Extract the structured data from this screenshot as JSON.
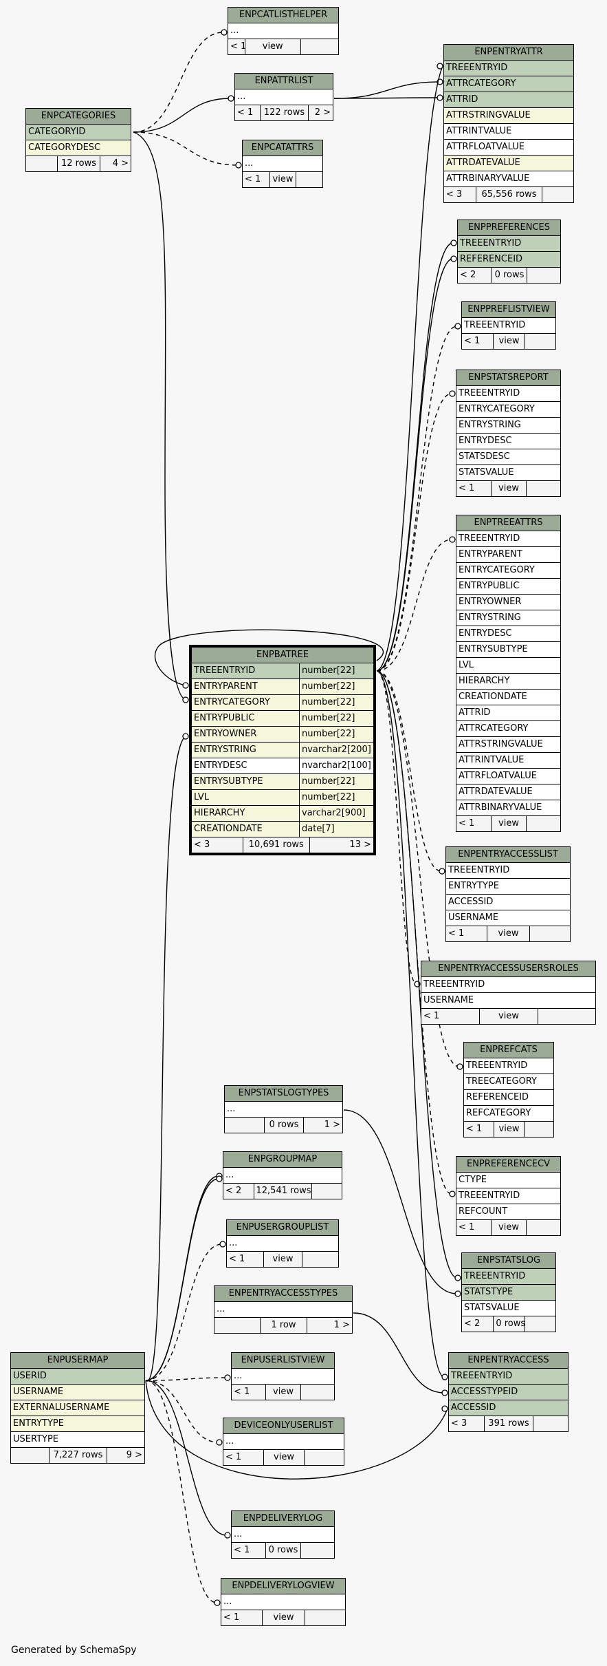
{
  "footer": "Generated by SchemaSpy",
  "tables": {
    "ENPCATLISTHELPER": {
      "title": "ENPCATLISTHELPER",
      "cols": [
        "..."
      ],
      "foot": [
        "< 1",
        "view",
        ""
      ]
    },
    "ENPATTRLIST": {
      "title": "ENPATTRLIST",
      "cols": [
        "..."
      ],
      "foot": [
        "< 1",
        "122 rows",
        "2 >"
      ]
    },
    "ENPCATEGORIES": {
      "title": "ENPCATEGORIES",
      "cols": [
        "CATEGORYID",
        "CATEGORYDESC"
      ],
      "foot": [
        "",
        "12 rows",
        "4 >"
      ]
    },
    "ENPCATATTRS": {
      "title": "ENPCATATTRS",
      "cols": [
        "..."
      ],
      "foot": [
        "< 1",
        "view",
        ""
      ]
    },
    "ENPENTRYATTR": {
      "title": "ENPENTRYATTR",
      "cols": [
        "TREEENTRYID",
        "ATTRCATEGORY",
        "ATTRID",
        "ATTRSTRINGVALUE",
        "ATTRINTVALUE",
        "ATTRFLOATVALUE",
        "ATTRDATEVALUE",
        "ATTRBINARYVALUE"
      ],
      "foot": [
        "< 3",
        "65,556 rows",
        ""
      ]
    },
    "ENPPREFERENCES": {
      "title": "ENPPREFERENCES",
      "cols": [
        "TREEENTRYID",
        "REFERENCEID"
      ],
      "foot": [
        "< 2",
        "0 rows",
        ""
      ]
    },
    "ENPPREFLISTVIEW": {
      "title": "ENPPREFLISTVIEW",
      "cols": [
        "TREEENTRYID"
      ],
      "foot": [
        "< 1",
        "view",
        ""
      ]
    },
    "ENPSTATSREPORT": {
      "title": "ENPSTATSREPORT",
      "cols": [
        "TREEENTRYID",
        "ENTRYCATEGORY",
        "ENTRYSTRING",
        "ENTRYDESC",
        "STATSDESC",
        "STATSVALUE"
      ],
      "foot": [
        "< 1",
        "view",
        ""
      ]
    },
    "ENPTREEATTRS": {
      "title": "ENPTREEATTRS",
      "cols": [
        "TREEENTRYID",
        "ENTRYPARENT",
        "ENTRYCATEGORY",
        "ENTRYPUBLIC",
        "ENTRYOWNER",
        "ENTRYSTRING",
        "ENTRYDESC",
        "ENTRYSUBTYPE",
        "LVL",
        "HIERARCHY",
        "CREATIONDATE",
        "ATTRID",
        "ATTRCATEGORY",
        "ATTRSTRINGVALUE",
        "ATTRINTVALUE",
        "ATTRFLOATVALUE",
        "ATTRDATEVALUE",
        "ATTRBINARYVALUE"
      ],
      "foot": [
        "< 1",
        "view",
        ""
      ]
    },
    "ENPBATREE": {
      "title": "ENPBATREE",
      "cols": [
        "TREEENTRYID",
        "ENTRYPARENT",
        "ENTRYCATEGORY",
        "ENTRYPUBLIC",
        "ENTRYOWNER",
        "ENTRYSTRING",
        "ENTRYDESC",
        "ENTRYSUBTYPE",
        "LVL",
        "HIERARCHY",
        "CREATIONDATE"
      ],
      "types": [
        "number[22]",
        "number[22]",
        "number[22]",
        "number[22]",
        "number[22]",
        "nvarchar2[200]",
        "nvarchar2[100]",
        "number[22]",
        "number[22]",
        "varchar2[900]",
        "date[7]"
      ],
      "foot": [
        "< 3",
        "10,691 rows",
        "13 >"
      ]
    },
    "ENPENTRYACCESSLIST": {
      "title": "ENPENTRYACCESSLIST",
      "cols": [
        "TREEENTRYID",
        "ENTRYTYPE",
        "ACCESSID",
        "USERNAME"
      ],
      "foot": [
        "< 1",
        "view",
        ""
      ]
    },
    "ENPENTRYACCESSUSERSROLES": {
      "title": "ENPENTRYACCESSUSERSROLES",
      "cols": [
        "TREEENTRYID",
        "USERNAME"
      ],
      "foot": [
        "< 1",
        "view",
        ""
      ]
    },
    "ENPREFCATS": {
      "title": "ENPREFCATS",
      "cols": [
        "TREEENTRYID",
        "TREECATEGORY",
        "REFERENCEID",
        "REFCATEGORY"
      ],
      "foot": [
        "< 1",
        "view",
        ""
      ]
    },
    "ENPSTATSLOGTYPES": {
      "title": "ENPSTATSLOGTYPES",
      "cols": [
        "..."
      ],
      "foot": [
        "",
        "0 rows",
        "1 >"
      ]
    },
    "ENPREFERENCECV": {
      "title": "ENPREFERENCECV",
      "cols": [
        "CTYPE",
        "TREEENTRYID",
        "REFCOUNT"
      ],
      "foot": [
        "< 1",
        "view",
        ""
      ]
    },
    "ENPGROUPMAP": {
      "title": "ENPGROUPMAP",
      "cols": [
        "..."
      ],
      "foot": [
        "< 2",
        "12,541 rows",
        ""
      ]
    },
    "ENPUSERGROUPLIST": {
      "title": "ENPUSERGROUPLIST",
      "cols": [
        "..."
      ],
      "foot": [
        "< 1",
        "view",
        ""
      ]
    },
    "ENPSTATSLOG": {
      "title": "ENPSTATSLOG",
      "cols": [
        "TREEENTRYID",
        "STATSTYPE",
        "STATSVALUE"
      ],
      "foot": [
        "< 2",
        "0 rows",
        ""
      ]
    },
    "ENPENTRYACCESSTYPES": {
      "title": "ENPENTRYACCESSTYPES",
      "cols": [
        "..."
      ],
      "foot": [
        "",
        "1 row",
        "1 >"
      ]
    },
    "ENPUSERMAP": {
      "title": "ENPUSERMAP",
      "cols": [
        "USERID",
        "USERNAME",
        "EXTERNALUSERNAME",
        "ENTRYTYPE",
        "USERTYPE"
      ],
      "foot": [
        "",
        "7,227 rows",
        "9 >"
      ]
    },
    "ENPUSERLISTVIEW": {
      "title": "ENPUSERLISTVIEW",
      "cols": [
        "..."
      ],
      "foot": [
        "< 1",
        "view",
        ""
      ]
    },
    "ENPENTRYACCESS": {
      "title": "ENPENTRYACCESS",
      "cols": [
        "TREEENTRYID",
        "ACCESSTYPEID",
        "ACCESSID"
      ],
      "foot": [
        "< 3",
        "391 rows",
        ""
      ]
    },
    "DEVICEONLYUSERLIST": {
      "title": "DEVICEONLYUSERLIST",
      "cols": [
        "..."
      ],
      "foot": [
        "< 1",
        "view",
        ""
      ]
    },
    "ENPDELIVERYLOG": {
      "title": "ENPDELIVERYLOG",
      "cols": [
        "..."
      ],
      "foot": [
        "< 1",
        "0 rows",
        ""
      ]
    },
    "ENPDELIVERYLOGVIEW": {
      "title": "ENPDELIVERYLOGVIEW",
      "cols": [
        "..."
      ],
      "foot": [
        "< 1",
        "view",
        ""
      ]
    }
  }
}
